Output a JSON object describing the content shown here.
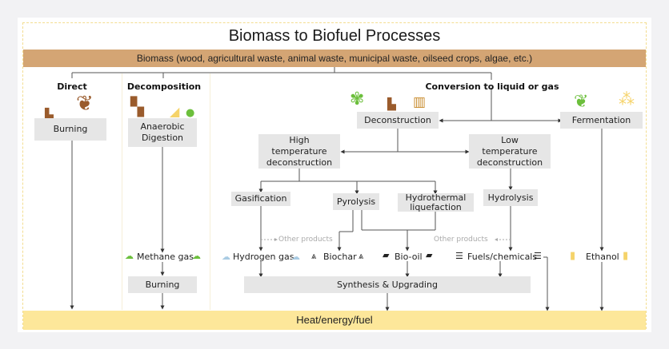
{
  "title": "Biomass to Biofuel Processes",
  "source_bar": "Biomass (wood, agricultural waste, animal waste, municipal waste, oilseed crops, algae, etc.)",
  "output_bar": "Heat/energy/fuel",
  "categories": {
    "direct": "Direct",
    "decomposition": "Decomposition",
    "conversion": "Conversion to liquid or gas"
  },
  "processes": {
    "burning_direct": "Burning",
    "anaerobic_digestion": "Anaerobic Digestion",
    "burning_methane": "Burning",
    "deconstruction": "Deconstruction",
    "fermentation": "Fermentation",
    "high_temp": "High temperature deconstruction",
    "low_temp": "Low temperature deconstruction",
    "gasification": "Gasification",
    "pyrolysis": "Pyrolysis",
    "hydrothermal": "Hydrothermal liquefaction",
    "hydrolysis": "Hydrolysis",
    "synthesis": "Synthesis & Upgrading"
  },
  "products": {
    "methane": "Methane gas",
    "hydrogen": "Hydrogen gas",
    "biochar": "Biochar",
    "biooil": "Bio-oil",
    "fuels": "Fuels/chemicals",
    "ethanol": "Ethanol",
    "other_left": "Other products",
    "other_right": "Other products"
  },
  "colors": {
    "biomass_bar": "#d4a574",
    "energy_bar": "#fde79a",
    "process_box": "#e6e6e6",
    "icon_brown": "#9a5b2c",
    "icon_green": "#6cbf3c",
    "icon_yellow": "#f5d36a",
    "icon_blue": "#a9cbe3"
  }
}
